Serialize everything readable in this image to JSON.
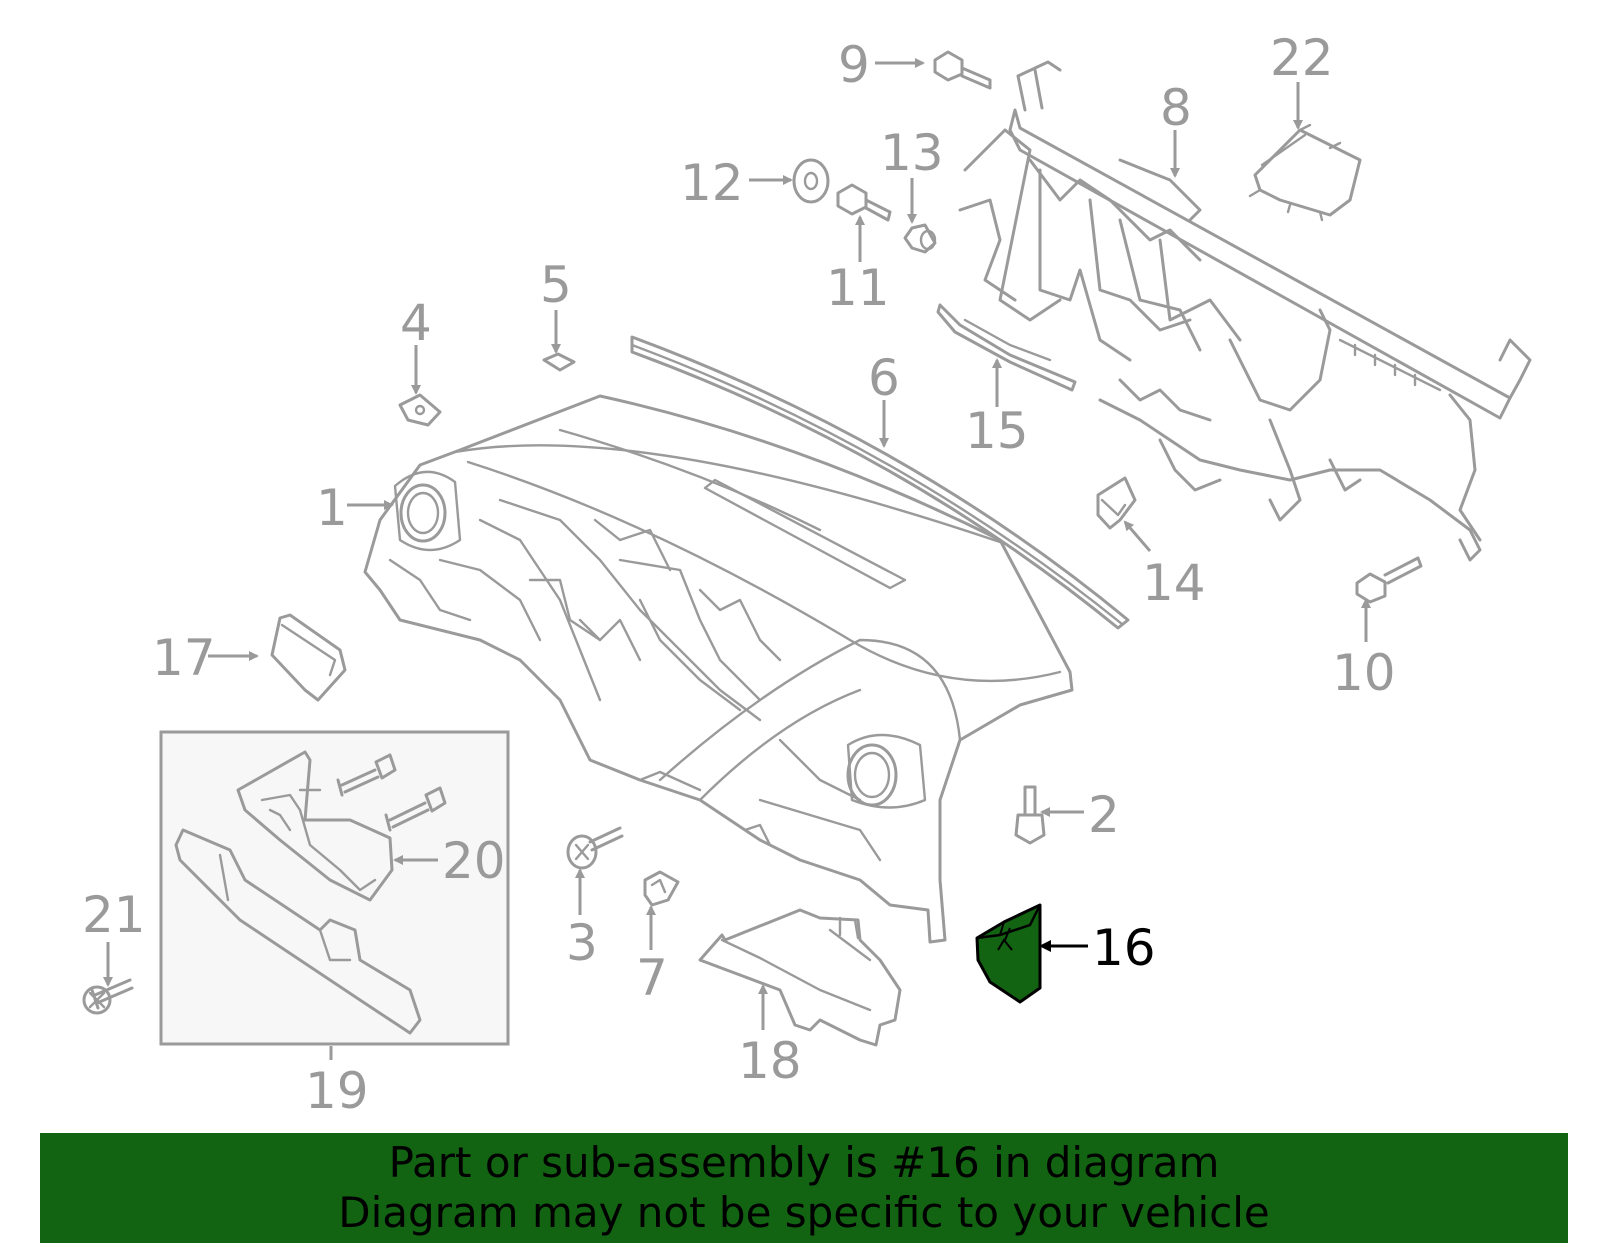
{
  "callouts": {
    "n1": "1",
    "n2": "2",
    "n3": "3",
    "n4": "4",
    "n5": "5",
    "n6": "6",
    "n7": "7",
    "n8": "8",
    "n9": "9",
    "n10": "10",
    "n11": "11",
    "n12": "12",
    "n13": "13",
    "n14": "14",
    "n15": "15",
    "n16": "16",
    "n17": "17",
    "n18": "18",
    "n19": "19",
    "n20": "20",
    "n21": "21",
    "n22": "22"
  },
  "highlighted_part": "16",
  "colors": {
    "highlight_fill": "#126312",
    "line_color": "#9a9a9a",
    "banner_bg": "#126312"
  },
  "banner": {
    "line1": "Part or sub-assembly is #16 in diagram",
    "line2": "Diagram may not be specific to your vehicle"
  }
}
